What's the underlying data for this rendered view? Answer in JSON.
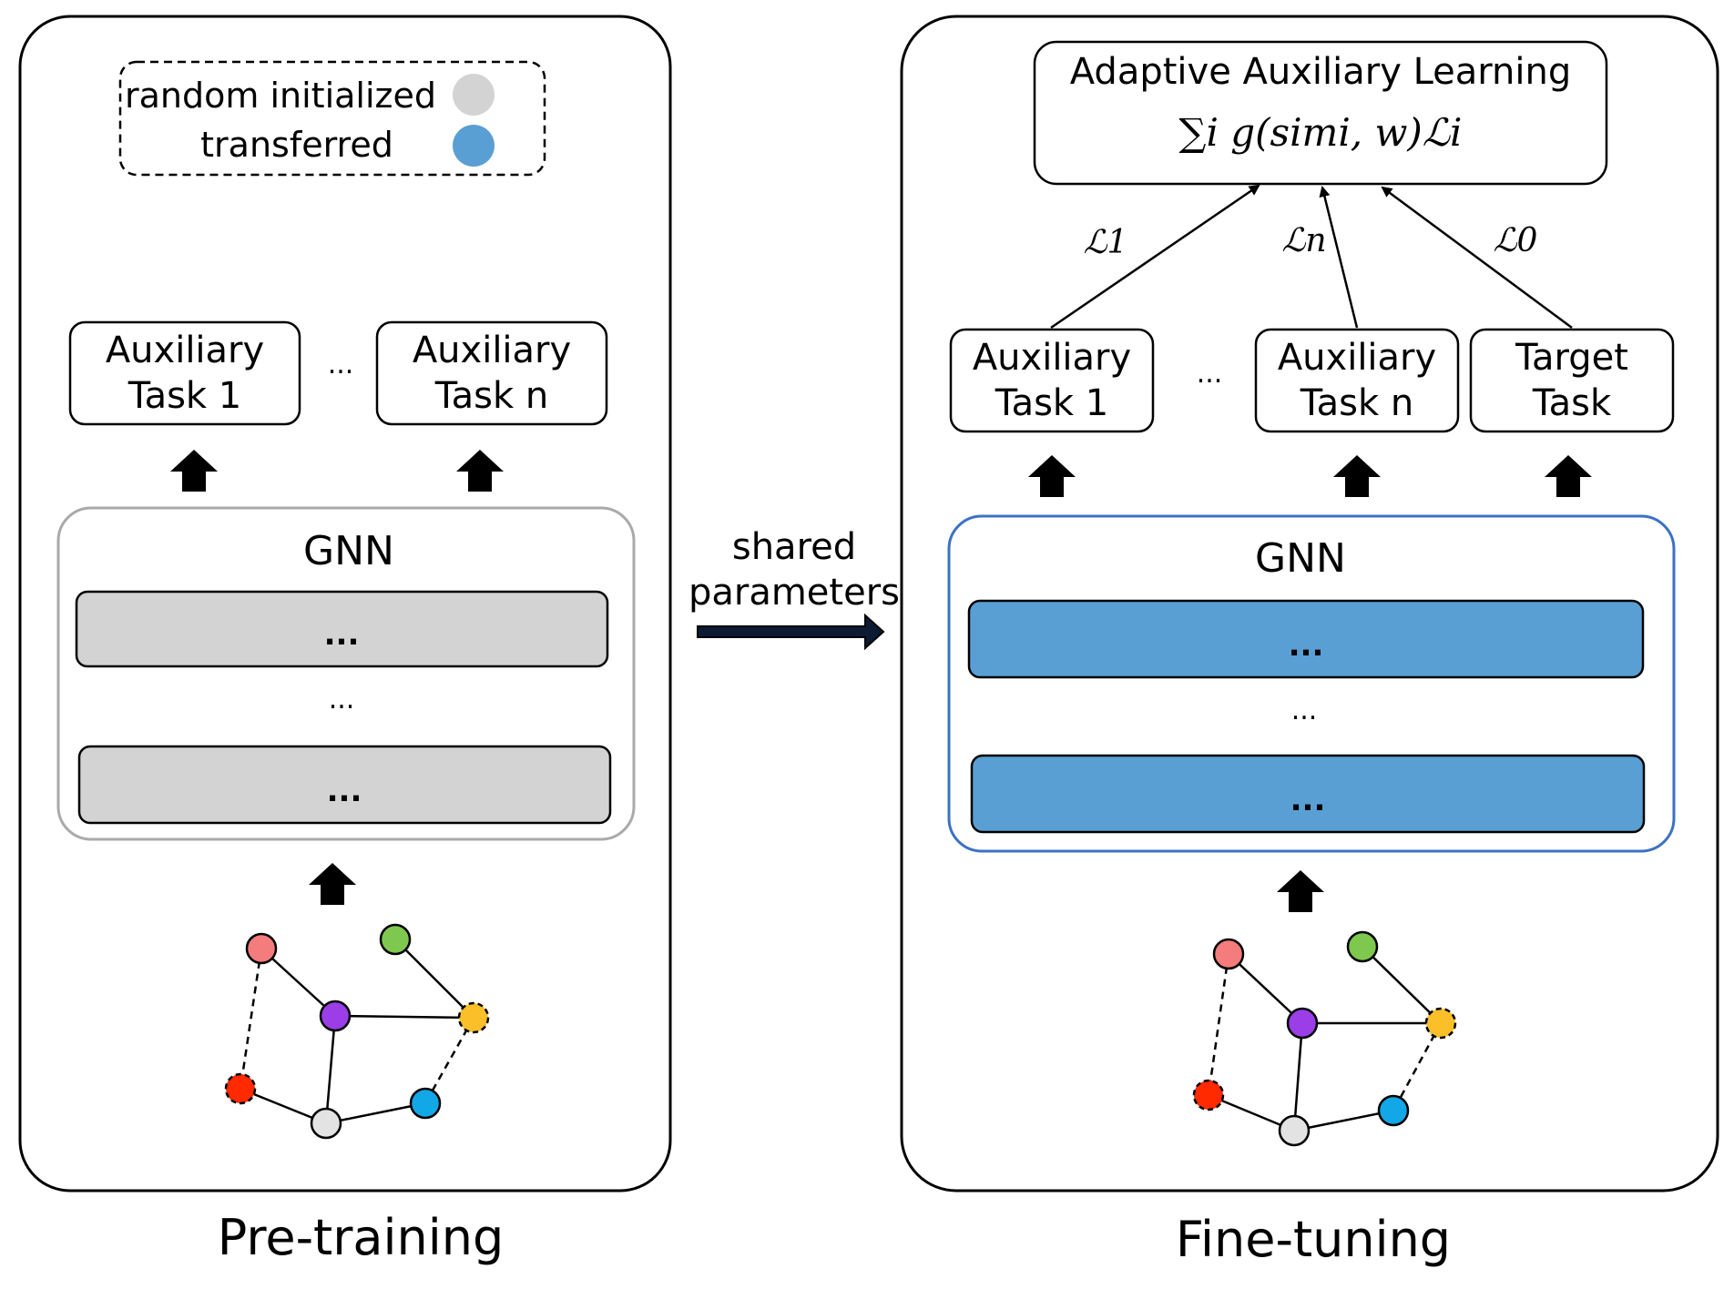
{
  "legend": {
    "random_label": "random initialized",
    "transferred_label": "transferred",
    "random_color": "#d3d3d3",
    "transferred_color": "#5a9fd4"
  },
  "pretraining": {
    "caption": "Pre-training",
    "aux_task_1": [
      "Auxiliary",
      "Task 1"
    ],
    "aux_task_n": [
      "Auxiliary",
      "Task n"
    ],
    "between_tasks": "...",
    "gnn_title": "GNN",
    "layer_1": "...",
    "layer_gap": "...",
    "layer_2": "..."
  },
  "shared": {
    "line1": "shared",
    "line2": "parameters"
  },
  "finetuning": {
    "caption": "Fine-tuning",
    "adaptive_title": "Adaptive Auxiliary Learning",
    "formula": "∑i g(simi, w)ℒi",
    "loss_1": "ℒ1",
    "loss_n": "ℒn",
    "loss_0": "ℒ0",
    "aux_task_1": [
      "Auxiliary",
      "Task 1"
    ],
    "aux_task_n": [
      "Auxiliary",
      "Task n"
    ],
    "target_task": [
      "Target",
      "Task"
    ],
    "between_tasks": "...",
    "gnn_title": "GNN",
    "layer_1": "...",
    "layer_gap": "...",
    "layer_2": "..."
  },
  "graph": {
    "node_colors": {
      "pink": "#f47c7c",
      "green": "#7ec850",
      "purple": "#9b3ee8",
      "yellow": "#fbbf2a",
      "red": "#ff2a00",
      "gray": "#e3e3e3",
      "blue": "#12a8e8"
    }
  }
}
